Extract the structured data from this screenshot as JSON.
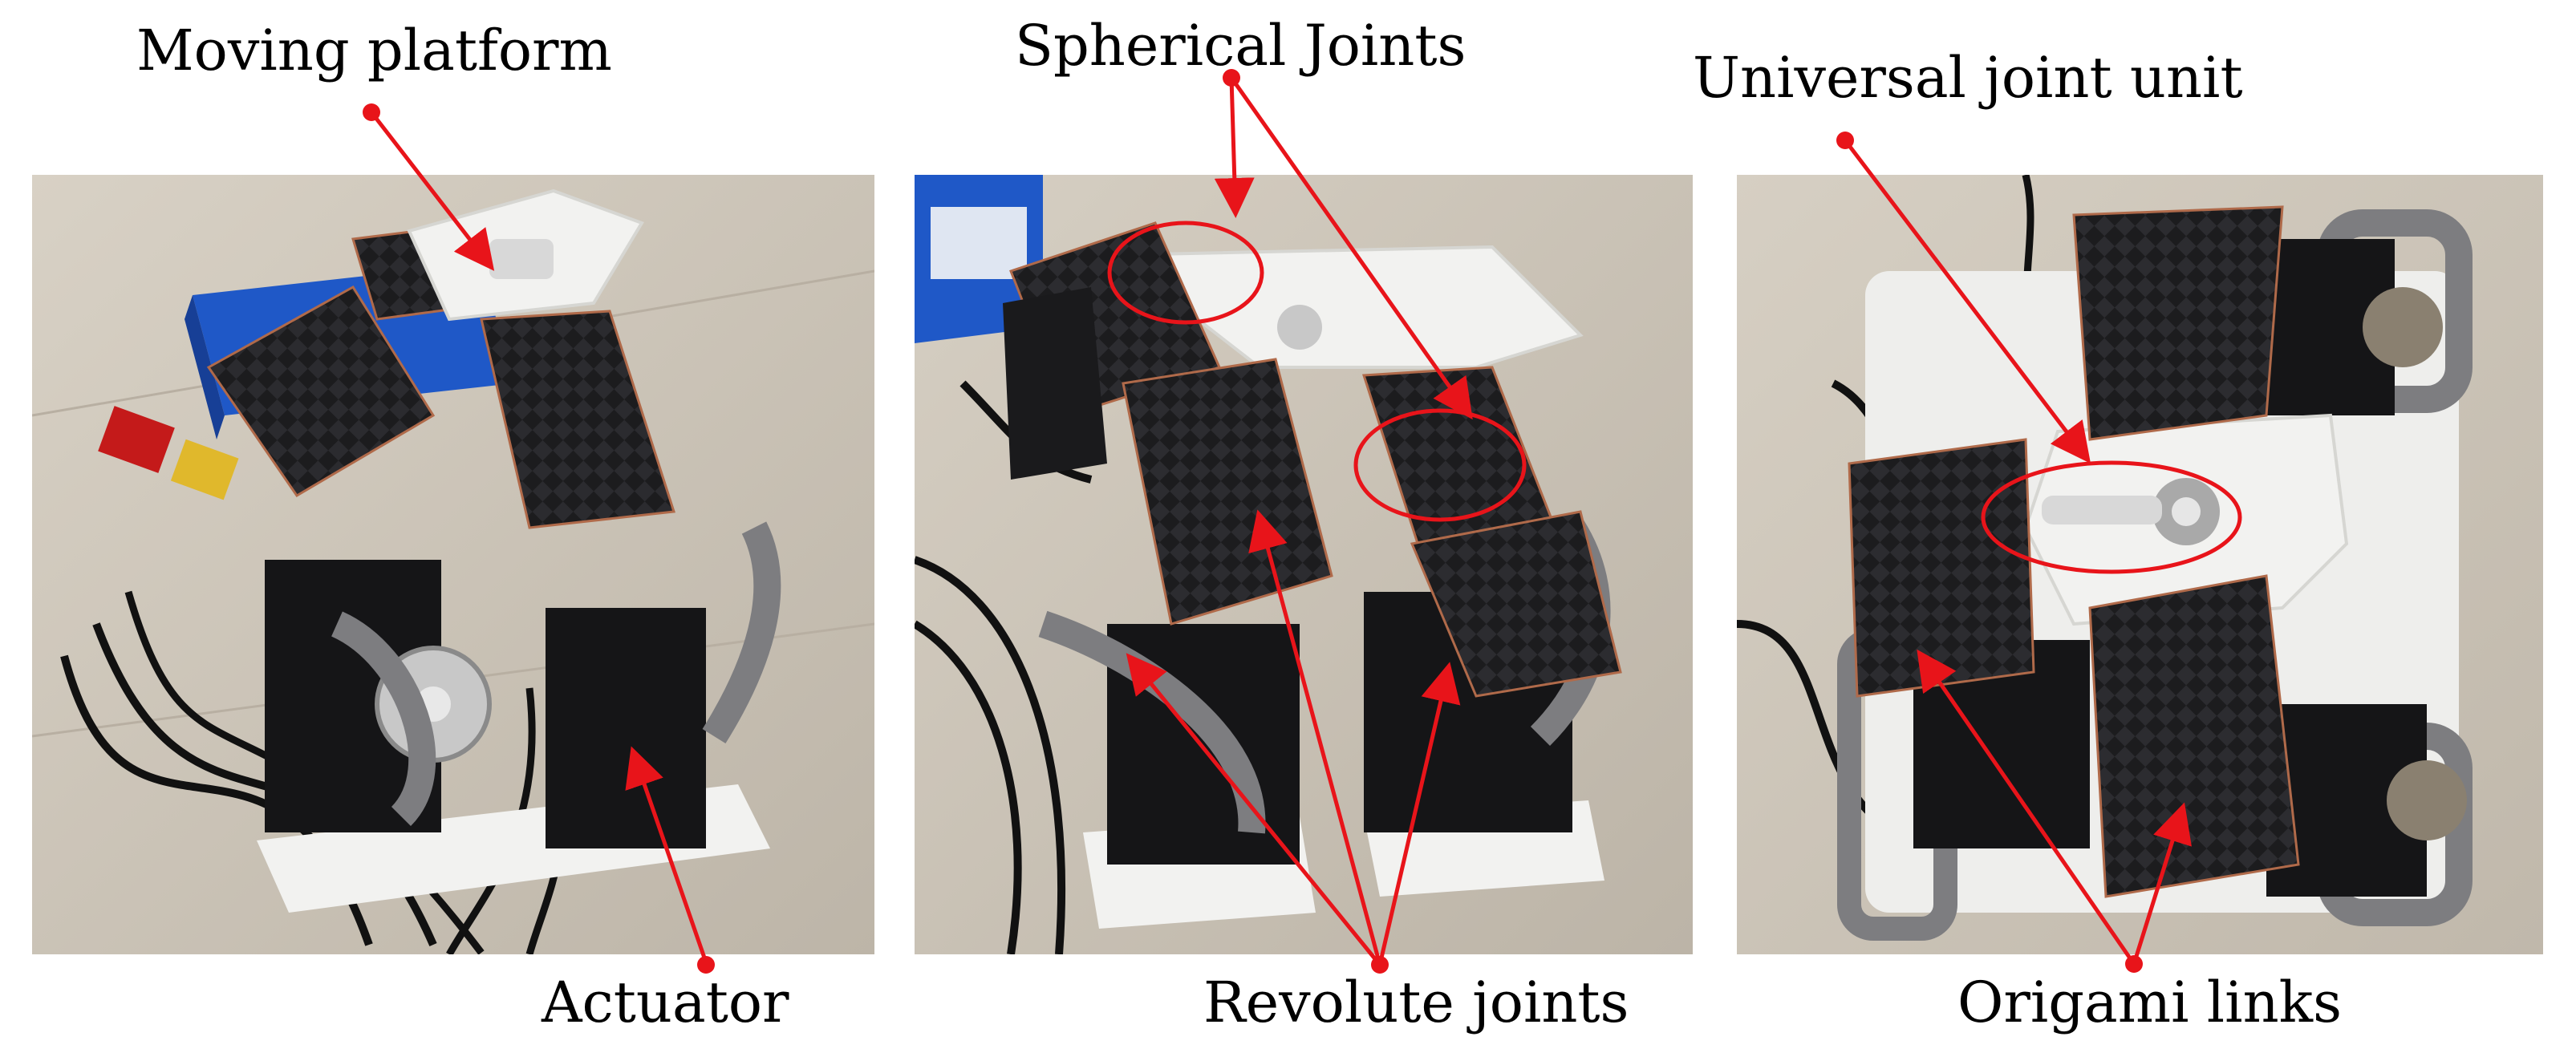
{
  "labels": {
    "moving_platform": "Moving platform",
    "spherical_joints": "Spherical Joints",
    "universal_joint_unit": "Universal joint unit",
    "actuator": "Actuator",
    "revolute_joints": "Revolute joints",
    "origami_links": "Origami links"
  },
  "colors": {
    "annotation": "#e8141a",
    "carbon": "#1b1b1d",
    "white_plastic": "#f2f2f0",
    "floor": "#cfc7bb",
    "battery_blue": "#1f58c7"
  },
  "icons": {
    "annotation_dot": "red-dot-marker",
    "annotation_ellipse": "red-ellipse-highlight"
  }
}
